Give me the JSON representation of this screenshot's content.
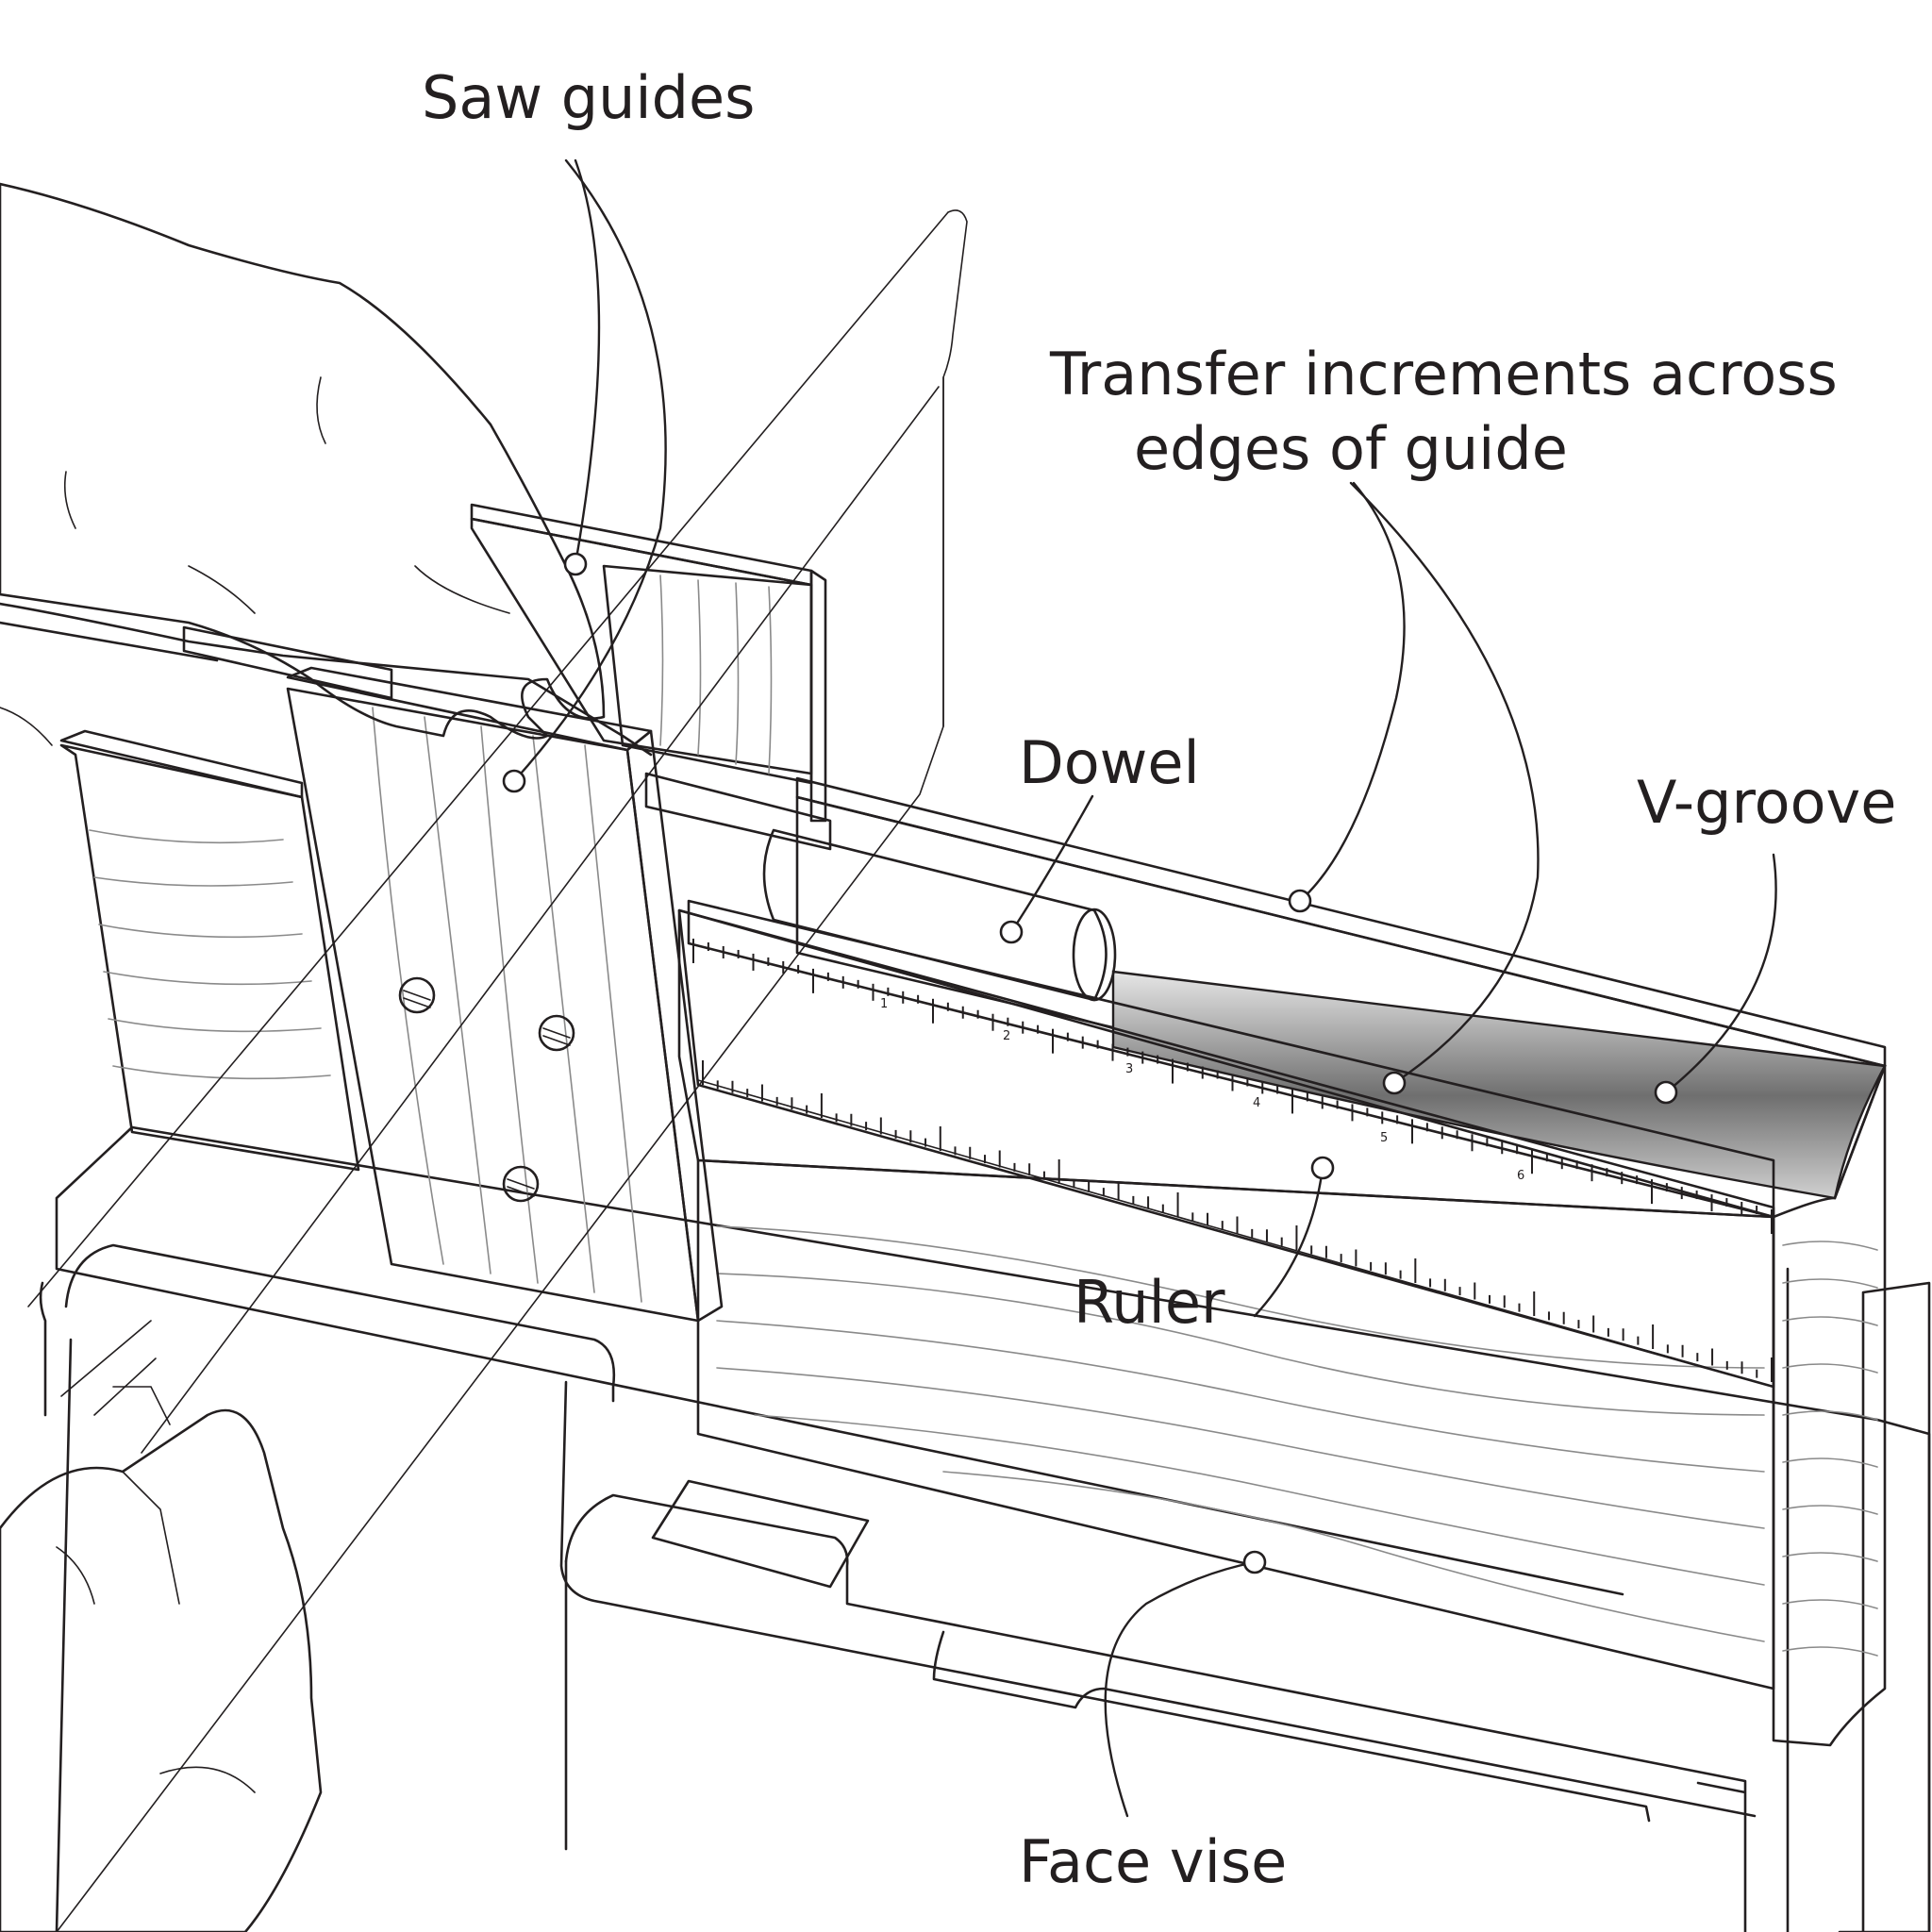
{
  "labels": {
    "saw_guides": "Saw guides",
    "transfer_line1": "Transfer increments across",
    "transfer_line2": "edges of guide",
    "dowel": "Dowel",
    "v_groove": "V-groove",
    "ruler": "Ruler",
    "face_vise": "Face vise"
  },
  "ruler_numbers": [
    "1",
    "2",
    "3",
    "4",
    "5",
    "6"
  ],
  "colors": {
    "ink": "#231f20",
    "wood_light": "#f2f2f2",
    "wood_mid": "#d9d9d9",
    "wood_dark": "#a9a9a9",
    "groove_shadow": "#7a7a7a"
  }
}
